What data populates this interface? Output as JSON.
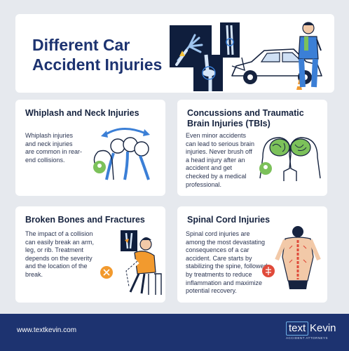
{
  "header": {
    "title": "Different Car Accident Injuries"
  },
  "cards": [
    {
      "title": "Whiplash and Neck Injuries",
      "body": "Whiplash injuries and neck injuries are common in rear-end collisions."
    },
    {
      "title": "Concussions and Traumatic Brain Injuries (TBIs)",
      "body": "Even minor accidents can lead to serious brain injuries. Never brush off a head injury after an accident and get checked by a medical professional."
    },
    {
      "title": "Broken Bones and Fractures",
      "body": "The impact of a collision can easily break an arm, leg, or rib. Treatment depends on the severity and the location of the break."
    },
    {
      "title": "Spinal Cord Injuries",
      "body": "Spinal cord injuries are among the most devastating consequences of a car accident. Care starts by stabilizing the spine, followed by treatments to reduce inflammation and maximize potential recovery."
    }
  ],
  "footer": {
    "url": "www.textkevin.com",
    "logo_text": "text",
    "logo_name": "Kevin",
    "logo_tagline": "ACCIDENT ATTORNEYS"
  },
  "colors": {
    "navy": "#1d3370",
    "accent_blue": "#3b7fd6",
    "orange": "#f29a2e",
    "yellow": "#f5c33b",
    "green": "#7cc15a",
    "red": "#e04a3a"
  }
}
